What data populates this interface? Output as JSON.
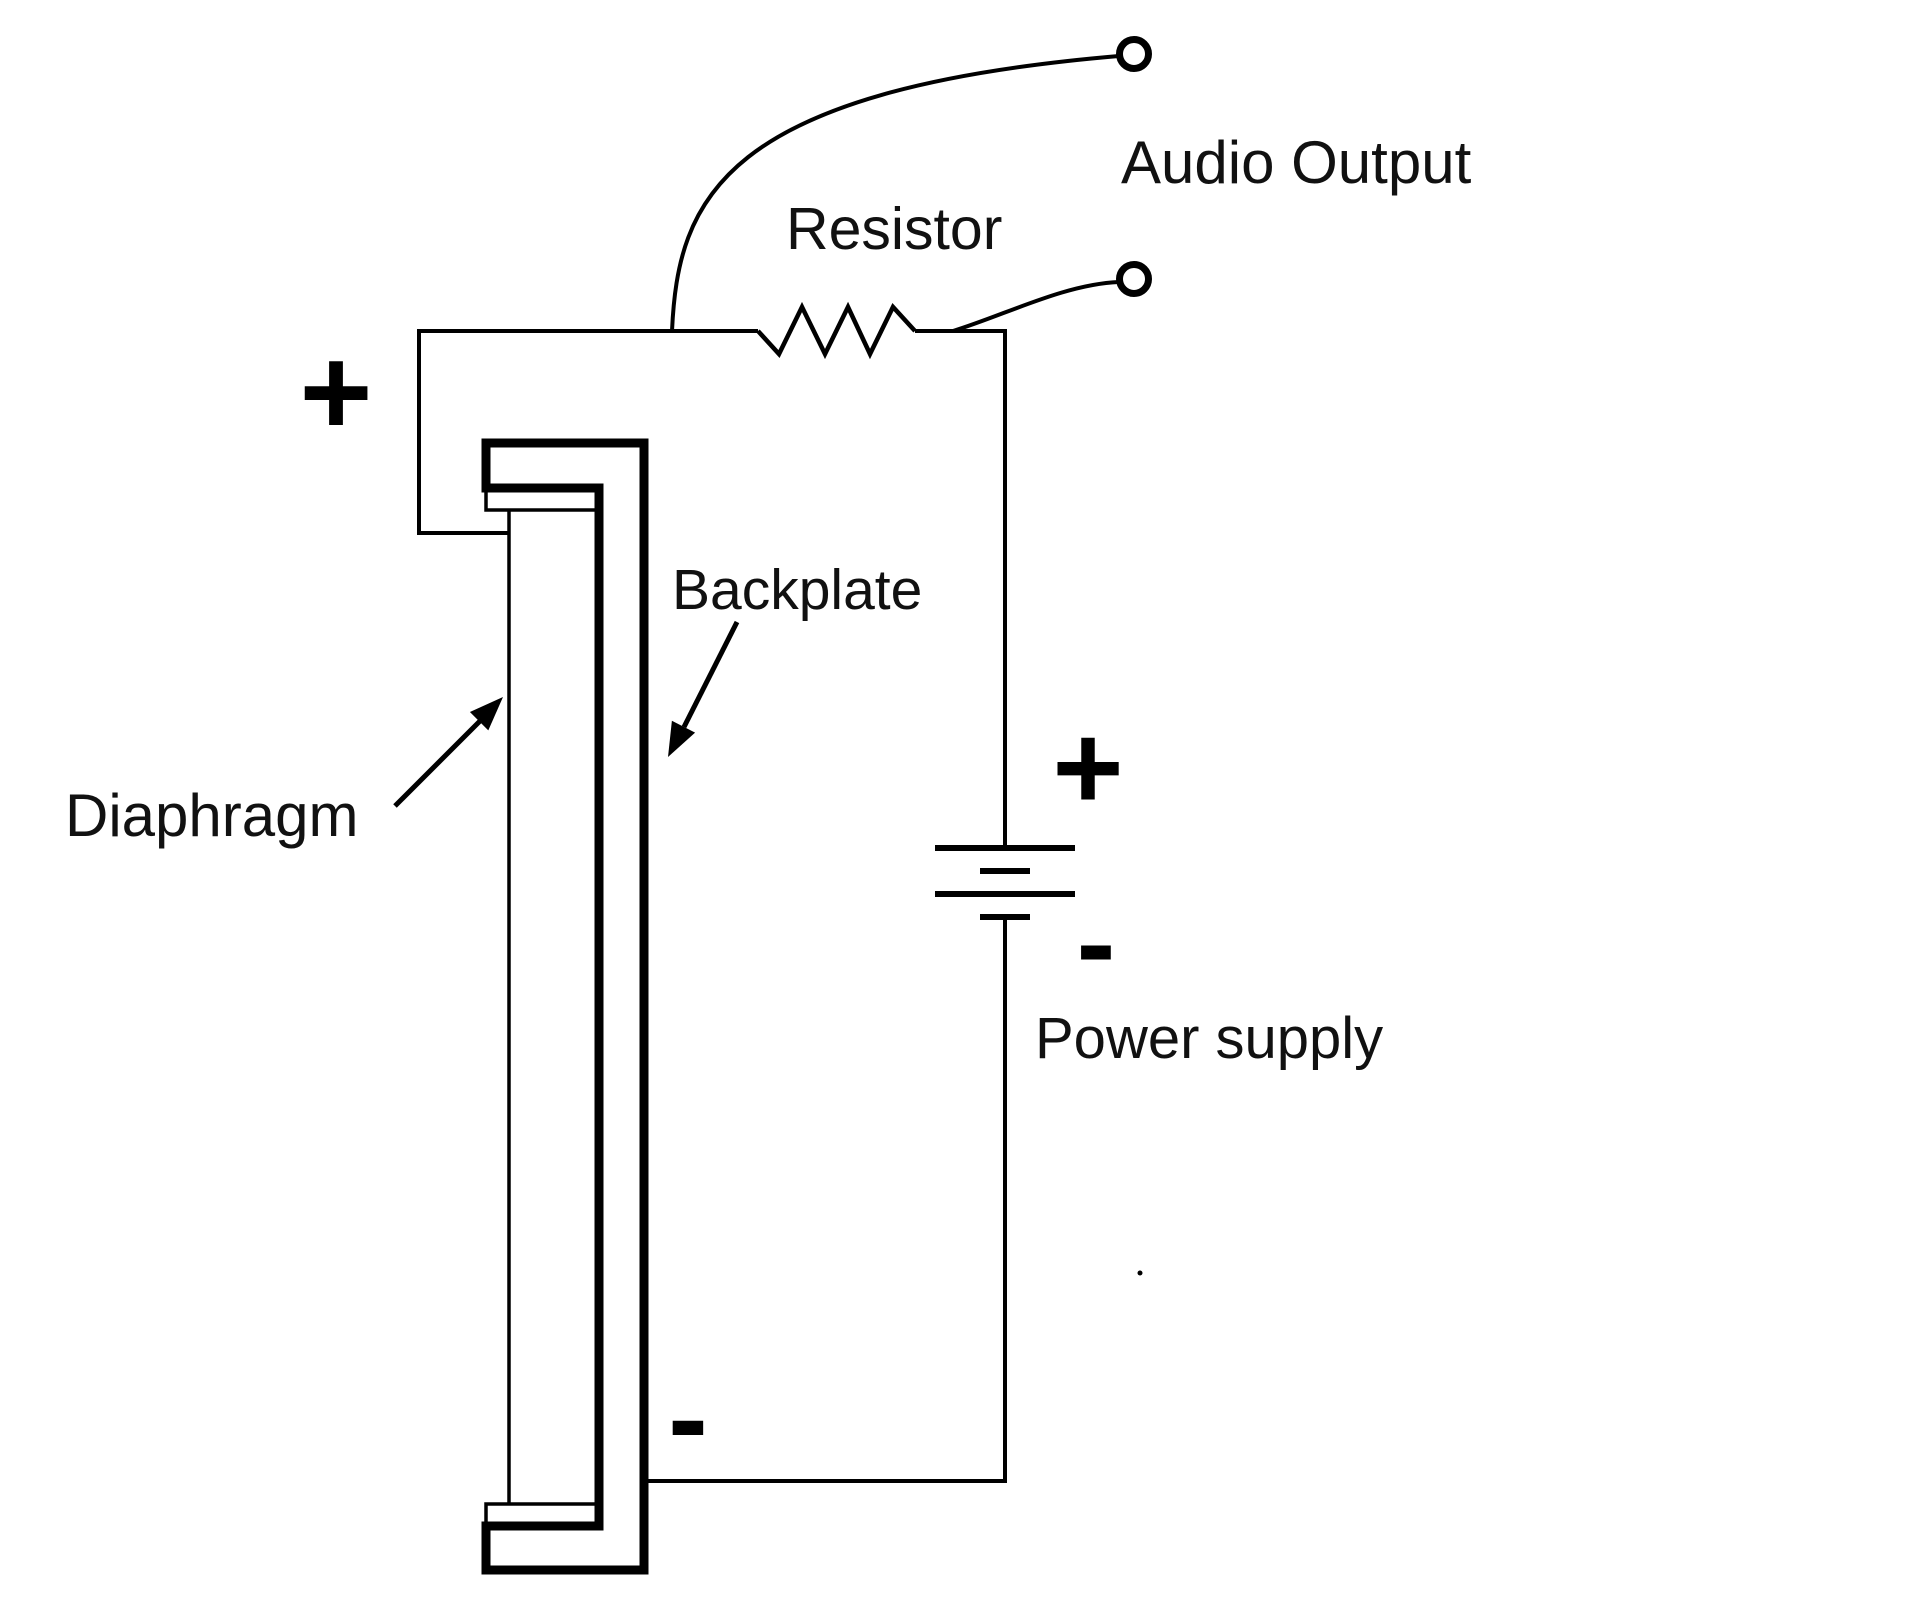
{
  "page": {
    "background": "#ffffff"
  },
  "diagram": {
    "labels": {
      "audio_output": "Audio Output",
      "resistor": "Resistor",
      "backplate": "Backplate",
      "diaphragm": "Diaphragm",
      "power_supply": "Power supply"
    },
    "symbols": {
      "diaphragm_polarity_plus": "+",
      "backplate_polarity_minus": "-",
      "battery_positive": "+",
      "battery_negative": "-"
    },
    "colors": {
      "line": "#000000",
      "text": "#111111",
      "background": "#ffffff"
    }
  }
}
